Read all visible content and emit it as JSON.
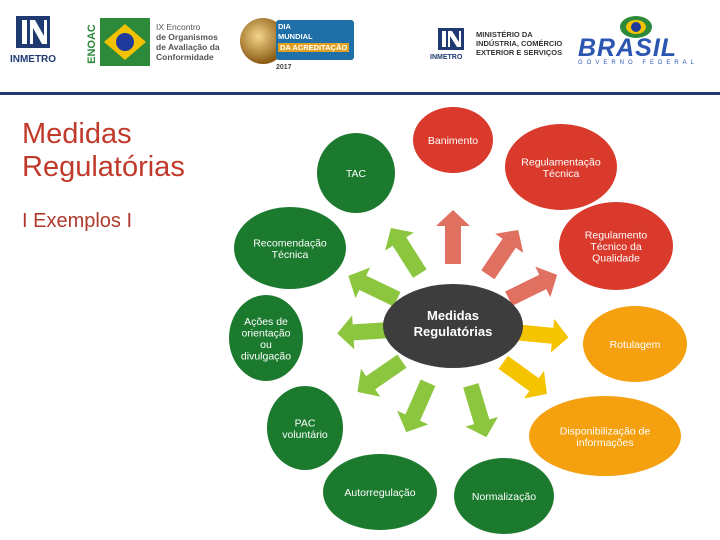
{
  "header": {
    "inmetro_logo": "INMETRO",
    "enoac_logo": {
      "mark": "ENOAC",
      "text": [
        "IX Encontro",
        "de Organismos",
        "de Avaliação da",
        "Conformidade"
      ]
    },
    "dia_logo": {
      "lines": [
        "DIA",
        "MUNDIAL",
        "DA ACREDITAÇÃO"
      ],
      "year": "2017"
    },
    "ministerio_logo": {
      "mark": "INMETRO",
      "lines": [
        "MINISTÉRIO DA",
        "INDÚSTRIA, COMÉRCIO",
        "EXTERIOR E SERVIÇOS"
      ]
    },
    "brasil_logo": {
      "word": "BRASIL",
      "tagline": "GOVERNO FEDERAL"
    },
    "rule_color": "#243a73"
  },
  "slide": {
    "title_lines": [
      "Medidas",
      "Regulatórias"
    ],
    "subtitle": "I Exemplos I"
  },
  "diagram": {
    "center": {
      "lines": [
        "Medidas",
        "Regulatórias"
      ],
      "color": "#3d3d3d"
    },
    "nodes": [
      {
        "lines": [
          "Banimento"
        ],
        "color": "#d93a2b"
      },
      {
        "lines": [
          "Regulamentação",
          "Técnica"
        ],
        "color": "#d93a2b"
      },
      {
        "lines": [
          "Regulamento",
          "Técnico da",
          "Qualidade"
        ],
        "color": "#d93a2b"
      },
      {
        "lines": [
          "Rotulagem"
        ],
        "color": "#f5a00f"
      },
      {
        "lines": [
          "Disponibilização de",
          "informações"
        ],
        "color": "#f5a00f"
      },
      {
        "lines": [
          "Normalização"
        ],
        "color": "#1b7a2e"
      },
      {
        "lines": [
          "Autorregulação"
        ],
        "color": "#1b7a2e"
      },
      {
        "lines": [
          "PAC",
          "voluntário"
        ],
        "color": "#1b7a2e"
      },
      {
        "lines": [
          "Ações de",
          "orientação",
          "ou",
          "divulgação"
        ],
        "color": "#1b7a2e"
      },
      {
        "lines": [
          "Recomendação",
          "Técnica"
        ],
        "color": "#1b7a2e"
      },
      {
        "lines": [
          "TAC"
        ],
        "color": "#1b7a2e"
      }
    ],
    "arrow_colors": {
      "red": "#e07060",
      "yellow": "#f5c400",
      "green": "#8cc63f"
    }
  }
}
